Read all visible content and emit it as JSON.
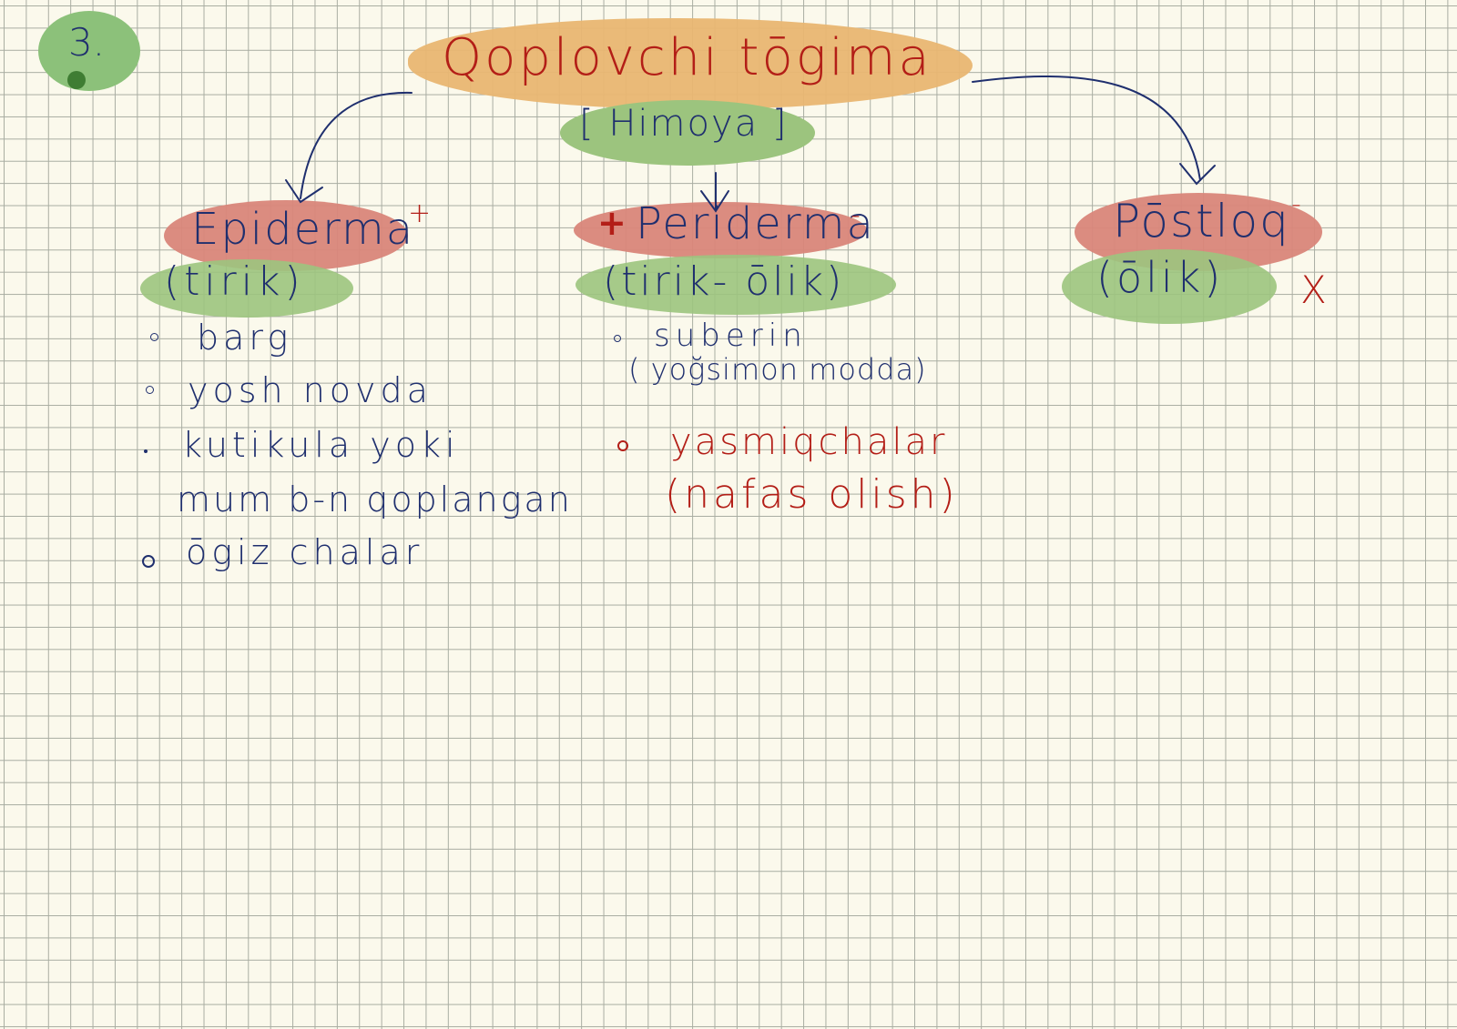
{
  "colors": {
    "ink_blue": "#1f2f6e",
    "ink_red": "#b31e17",
    "highlight_orange": "#e9b672",
    "highlight_green": "#9cc47e",
    "highlight_red": "#d9867a",
    "number_green": "#8cc17a"
  },
  "number": "3.",
  "root": {
    "title": "Qoplovchi tōgima",
    "subtitle": "[ Himoya ]"
  },
  "branches": [
    {
      "name": "Epiderma",
      "sign": "+",
      "state": "(tirik)",
      "items": [
        {
          "text": "barg"
        },
        {
          "text": "yosh novda"
        },
        {
          "text": "kutikula  yoki"
        },
        {
          "text": "mum  b-n  qoplangan"
        },
        {
          "text": "ōgiz chalar"
        }
      ]
    },
    {
      "name": "Periderma",
      "prefix": "+",
      "sign": "-",
      "state": "(tirik- ōlik)",
      "items": [
        {
          "text": "suberin"
        },
        {
          "text": "( yoğsimon modda)"
        },
        {
          "text": "yasmiqchalar"
        },
        {
          "text": "(nafas olish)"
        }
      ]
    },
    {
      "name": "Pōstloq",
      "sign": "-",
      "state": "(ōlik)",
      "mark": "X"
    }
  ]
}
